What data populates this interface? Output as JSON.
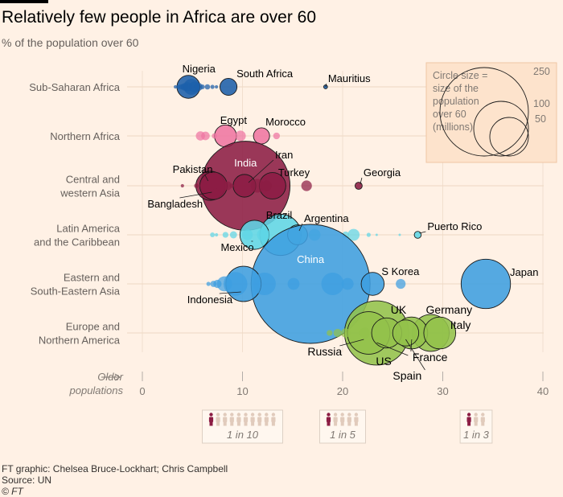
{
  "title": "Relatively few people in Africa are over 60",
  "subtitle": "% of the population over 60",
  "footer": {
    "graphic": "FT graphic: Chelsea Bruce-Lockhart; Chris Campbell",
    "source": "Source: UN",
    "copyright": "© FT"
  },
  "legend": {
    "text": [
      "Circle size =",
      "size of the",
      "population",
      "over 60",
      "(millions)"
    ],
    "sizes": [
      250,
      100,
      50
    ]
  },
  "axis_note": [
    "Older",
    "populations"
  ],
  "markers": [
    "1 in 10",
    "1 in 5",
    "1 in 3"
  ],
  "chart_data": {
    "type": "scatter",
    "title": "Relatively few people in Africa are over 60",
    "subtitle": "% of the population over 60",
    "xlabel": "",
    "ylabel": "",
    "xlim": [
      0,
      40
    ],
    "xticks": [
      0,
      10,
      20,
      30,
      40
    ],
    "grid": "vertical gridlines",
    "size_encoding": "population over 60 (millions)",
    "markers": [
      {
        "x": 10,
        "label": "1 in 10"
      },
      {
        "x": 20,
        "label": "1 in 5"
      },
      {
        "x": 33.3,
        "label": "1 in 3"
      }
    ],
    "colors": {
      "Sub-Saharan Africa": "#1c5faa",
      "Northern Africa": "#ef75a2",
      "Central and western Asia": "#8c1d44",
      "Latin America and the Caribbean": "#5ed6e6",
      "Eastern and South-Eastern Asia": "#3d9ee0",
      "Europe and Northern America": "#93c24b"
    },
    "series": [
      {
        "name": "Sub-Saharan Africa",
        "label_lines": [
          "Sub-Saharan Africa"
        ],
        "points": [
          {
            "x": 3.3,
            "size": 0.2
          },
          {
            "x": 3.6,
            "size": 0.3
          },
          {
            "x": 3.9,
            "size": 0.5
          },
          {
            "x": 4.2,
            "size": 1
          },
          {
            "x": 4.5,
            "size": 1.5
          },
          {
            "x": 4.6,
            "label": "Nigeria",
            "size": 9.3
          },
          {
            "x": 4.9,
            "size": 4.5
          },
          {
            "x": 5.2,
            "size": 2
          },
          {
            "x": 5.6,
            "size": 1.2
          },
          {
            "x": 6.0,
            "size": 0.4
          },
          {
            "x": 6.5,
            "size": 0.5
          },
          {
            "x": 7.0,
            "size": 0.3
          },
          {
            "x": 7.4,
            "size": 0.2
          },
          {
            "x": 8.6,
            "label": "South Africa",
            "size": 5.1
          },
          {
            "x": 18.3,
            "label": "Mauritius",
            "size": 0.26
          }
        ]
      },
      {
        "name": "Northern Africa",
        "label_lines": [
          "Northern Africa"
        ],
        "points": [
          {
            "x": 5.8,
            "size": 1.5
          },
          {
            "x": 6.3,
            "size": 1.3
          },
          {
            "x": 7.2,
            "size": 0.5
          },
          {
            "x": 8.3,
            "label": "Egypt",
            "size": 8.5
          },
          {
            "x": 9.8,
            "size": 2
          },
          {
            "x": 11.9,
            "label": "Morocco",
            "size": 4.6
          },
          {
            "x": 13.4,
            "size": 0.8
          }
        ]
      },
      {
        "name": "Central and western Asia",
        "label_lines": [
          "Central and",
          "western Asia"
        ],
        "points": [
          {
            "x": 4.0,
            "size": 0.2
          },
          {
            "x": 5.4,
            "size": 0.4
          },
          {
            "x": 6.1,
            "size": 1
          },
          {
            "x": 6.6,
            "size": 0.6
          },
          {
            "x": 7.2,
            "size": 1
          },
          {
            "x": 8.0,
            "size": 2.4
          },
          {
            "x": 8.5,
            "size": 1.4
          },
          {
            "x": 8.9,
            "size": 0.3
          },
          {
            "x": 7.1,
            "label": "Bangladesh",
            "size": 13.3
          },
          {
            "x": 6.8,
            "label": "Pakistan",
            "size": 15
          },
          {
            "x": 10.3,
            "label": "India",
            "size": 140
          },
          {
            "x": 10.2,
            "label": "Iran",
            "size": 9.1
          },
          {
            "x": 11.5,
            "size": 3.3
          },
          {
            "x": 12.4,
            "size": 2
          },
          {
            "x": 13.0,
            "label": "Turkey",
            "size": 12.4
          },
          {
            "x": 16.4,
            "size": 2
          },
          {
            "x": 21.6,
            "label": "Georgia",
            "size": 0.9
          }
        ]
      },
      {
        "name": "Latin America and the Caribbean",
        "label_lines": [
          "Latin America",
          "and the Caribbean"
        ],
        "points": [
          {
            "x": 7.0,
            "size": 0.4
          },
          {
            "x": 7.4,
            "size": 0.2
          },
          {
            "x": 8.3,
            "size": 0.6
          },
          {
            "x": 9.1,
            "size": 0.9
          },
          {
            "x": 10.5,
            "size": 2
          },
          {
            "x": 11.2,
            "label": "Mexico",
            "size": 15
          },
          {
            "x": 12.1,
            "size": 3
          },
          {
            "x": 13.8,
            "label": "Brazil",
            "size": 30
          },
          {
            "x": 15.5,
            "label": "Argentina",
            "size": 7
          },
          {
            "x": 17.2,
            "size": 2.5
          },
          {
            "x": 20.3,
            "size": 0.8
          },
          {
            "x": 21.1,
            "size": 2.5
          },
          {
            "x": 22.6,
            "size": 0.3
          },
          {
            "x": 23.4,
            "size": 0.1
          },
          {
            "x": 25.7,
            "size": 0.1
          },
          {
            "x": 27.5,
            "label": "Puerto Rico",
            "size": 0.85
          }
        ]
      },
      {
        "name": "Eastern and South-Eastern Asia",
        "label_lines": [
          "Eastern and",
          "South-Eastern Asia"
        ],
        "points": [
          {
            "x": 6.6,
            "size": 0.3
          },
          {
            "x": 7.1,
            "size": 0.7
          },
          {
            "x": 7.5,
            "size": 1.2
          },
          {
            "x": 8.2,
            "size": 4
          },
          {
            "x": 9.3,
            "size": 10
          },
          {
            "x": 10.1,
            "label": "Indonesia",
            "size": 22
          },
          {
            "x": 12.2,
            "size": 9
          },
          {
            "x": 15.1,
            "size": 2.5
          },
          {
            "x": 16.8,
            "label": "China",
            "size": 250
          },
          {
            "x": 19.0,
            "size": 9
          },
          {
            "x": 20.5,
            "size": 2.5
          },
          {
            "x": 23.0,
            "label": "S Korea",
            "size": 9.3
          },
          {
            "x": 25.8,
            "size": 1.7
          },
          {
            "x": 34.3,
            "label": "Japan",
            "size": 43
          }
        ]
      },
      {
        "name": "Europe and Northern America",
        "label_lines": [
          "Europe and",
          "Northern America"
        ],
        "points": [
          {
            "x": 18.7,
            "size": 0.6
          },
          {
            "x": 19.5,
            "size": 1.2
          },
          {
            "x": 20.3,
            "size": 1.5
          },
          {
            "x": 22.2,
            "size": 2
          },
          {
            "x": 22.6,
            "label": "Russia",
            "size": 32
          },
          {
            "x": 23.4,
            "label": "US",
            "size": 73
          },
          {
            "x": 24.4,
            "label": "UK",
            "size": 16
          },
          {
            "x": 26.3,
            "label": "Spain",
            "size": 12
          },
          {
            "x": 26.9,
            "label": "France",
            "size": 18
          },
          {
            "x": 28.8,
            "label": "Germany",
            "size": 24
          },
          {
            "x": 29.7,
            "label": "Italy",
            "size": 18
          }
        ]
      }
    ]
  }
}
